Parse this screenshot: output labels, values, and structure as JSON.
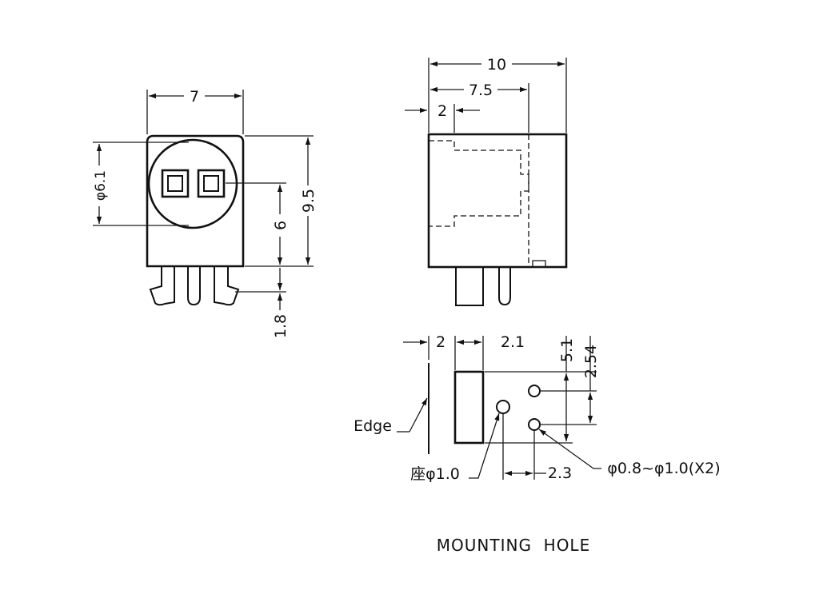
{
  "front_view": {
    "width_dim": "7",
    "diameter_dim": "φ6.1",
    "height_dim": "9.5",
    "inner_dim": "6",
    "pin_dim": "1.8"
  },
  "side_view": {
    "total_dim": "10",
    "depth_dim": "7.5",
    "offset_dim": "2"
  },
  "mounting_hole": {
    "edge_dim": "2",
    "slot_dim": "2.1",
    "vertical_dim_a": "5.1",
    "vertical_dim_b": "2.54",
    "horizontal_dim": "2.3",
    "edge_label": "Edge",
    "seat_hole_label": "座φ1.0",
    "pin_hole_label": "φ0.8~φ1.0(X2)",
    "title": "MOUNTING  HOLE"
  }
}
